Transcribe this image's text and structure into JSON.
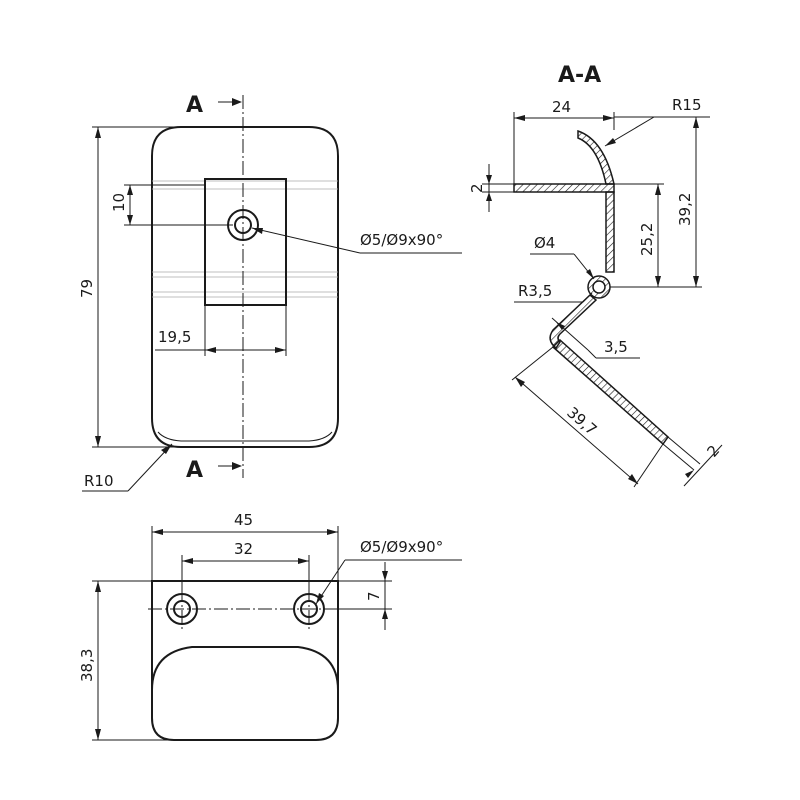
{
  "section": {
    "title": "A-A",
    "cut_label_top": "A",
    "cut_label_bottom": "A"
  },
  "front_view": {
    "height": "79",
    "hole_offset": "10",
    "slot_width": "19,5",
    "hole_callout": "Ø5/Ø9x90°",
    "corner_radius": "R10"
  },
  "section_view": {
    "flange_width": "24",
    "top_radius": "R15",
    "thickness_top": "2",
    "height_total": "39,2",
    "height_to_pin": "25,2",
    "pin_diameter": "Ø4",
    "bend_radius": "R3,5",
    "bend_offset": "3,5",
    "arm_length": "39,7",
    "thickness_arm": "2"
  },
  "bottom_view": {
    "width_overall": "45",
    "hole_spacing": "32",
    "hole_callout": "Ø5/Ø9x90°",
    "hole_offset": "7",
    "depth": "38,3"
  }
}
